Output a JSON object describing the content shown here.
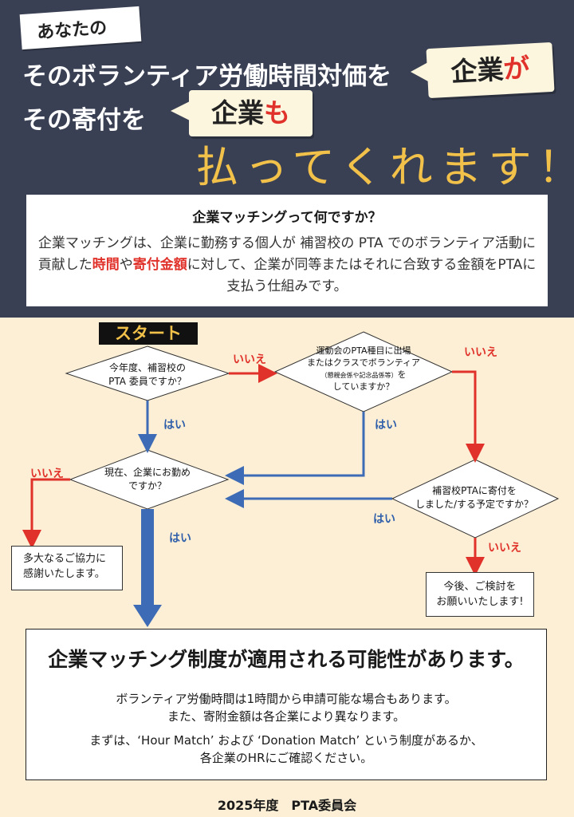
{
  "header": {
    "tag": "あなたの",
    "line1": "そのボランティア労働時間対価を",
    "bubble1_main": "企業",
    "bubble1_em": "が",
    "line2": "その寄付を",
    "bubble2_main": "企業",
    "bubble2_em": "も",
    "pay": "払ってくれます！"
  },
  "intro": {
    "title": "企業マッチングって何ですか？",
    "body_1": "企業マッチングは、企業に勤務する個人が 補習校の PTA でのボランティア活動に貢献した",
    "highlight_time": "時間",
    "body_2": "や",
    "highlight_amount": "寄付金額",
    "body_3": "に対して、企業が同等またはそれに合致する金額をPTAに支払う仕組みです。"
  },
  "flow": {
    "start": "スタート",
    "q1_l1": "今年度、補習校の",
    "q1_l2": "PTA 委員ですか？",
    "q2_l1": "運動会のPTA種目に出場",
    "q2_l2": "またはクラスでボランティア",
    "q2_note": "（懇親会係や記念品係等）",
    "q2_l3": "を",
    "q2_l4": "していますか？",
    "q3_l1": "現在、企業にお勤め",
    "q3_l2": "ですか？",
    "q4_l1": "補習校PTAに寄付を",
    "q4_l2": "しました/する予定ですか？",
    "no": "いいえ",
    "yes": "はい",
    "thanks_l1": "多大なるご協力に",
    "thanks_l2": "感謝いたします。",
    "consider_l1": "今後、ご検討を",
    "consider_l2": "お願いいたします!"
  },
  "result": {
    "title": "企業マッチング制度が適用される可能性があります。",
    "p1_l1": "ボランティア労働時間は1時間から申請可能な場合もあります。",
    "p1_l2": "また、寄附金額は各企業により異なります。",
    "p2_l1": "まずは、‘Hour Match’ および ‘Donation Match’ という制度があるか、",
    "p2_l2": "各企業のHRにご確認ください。"
  },
  "footer": "2025年度　PTA委員会",
  "colors": {
    "navy": "#3a4054",
    "cream": "#fcefd5",
    "yellow": "#f2c14a",
    "red": "#e0322a",
    "blue": "#3d6bb5"
  }
}
